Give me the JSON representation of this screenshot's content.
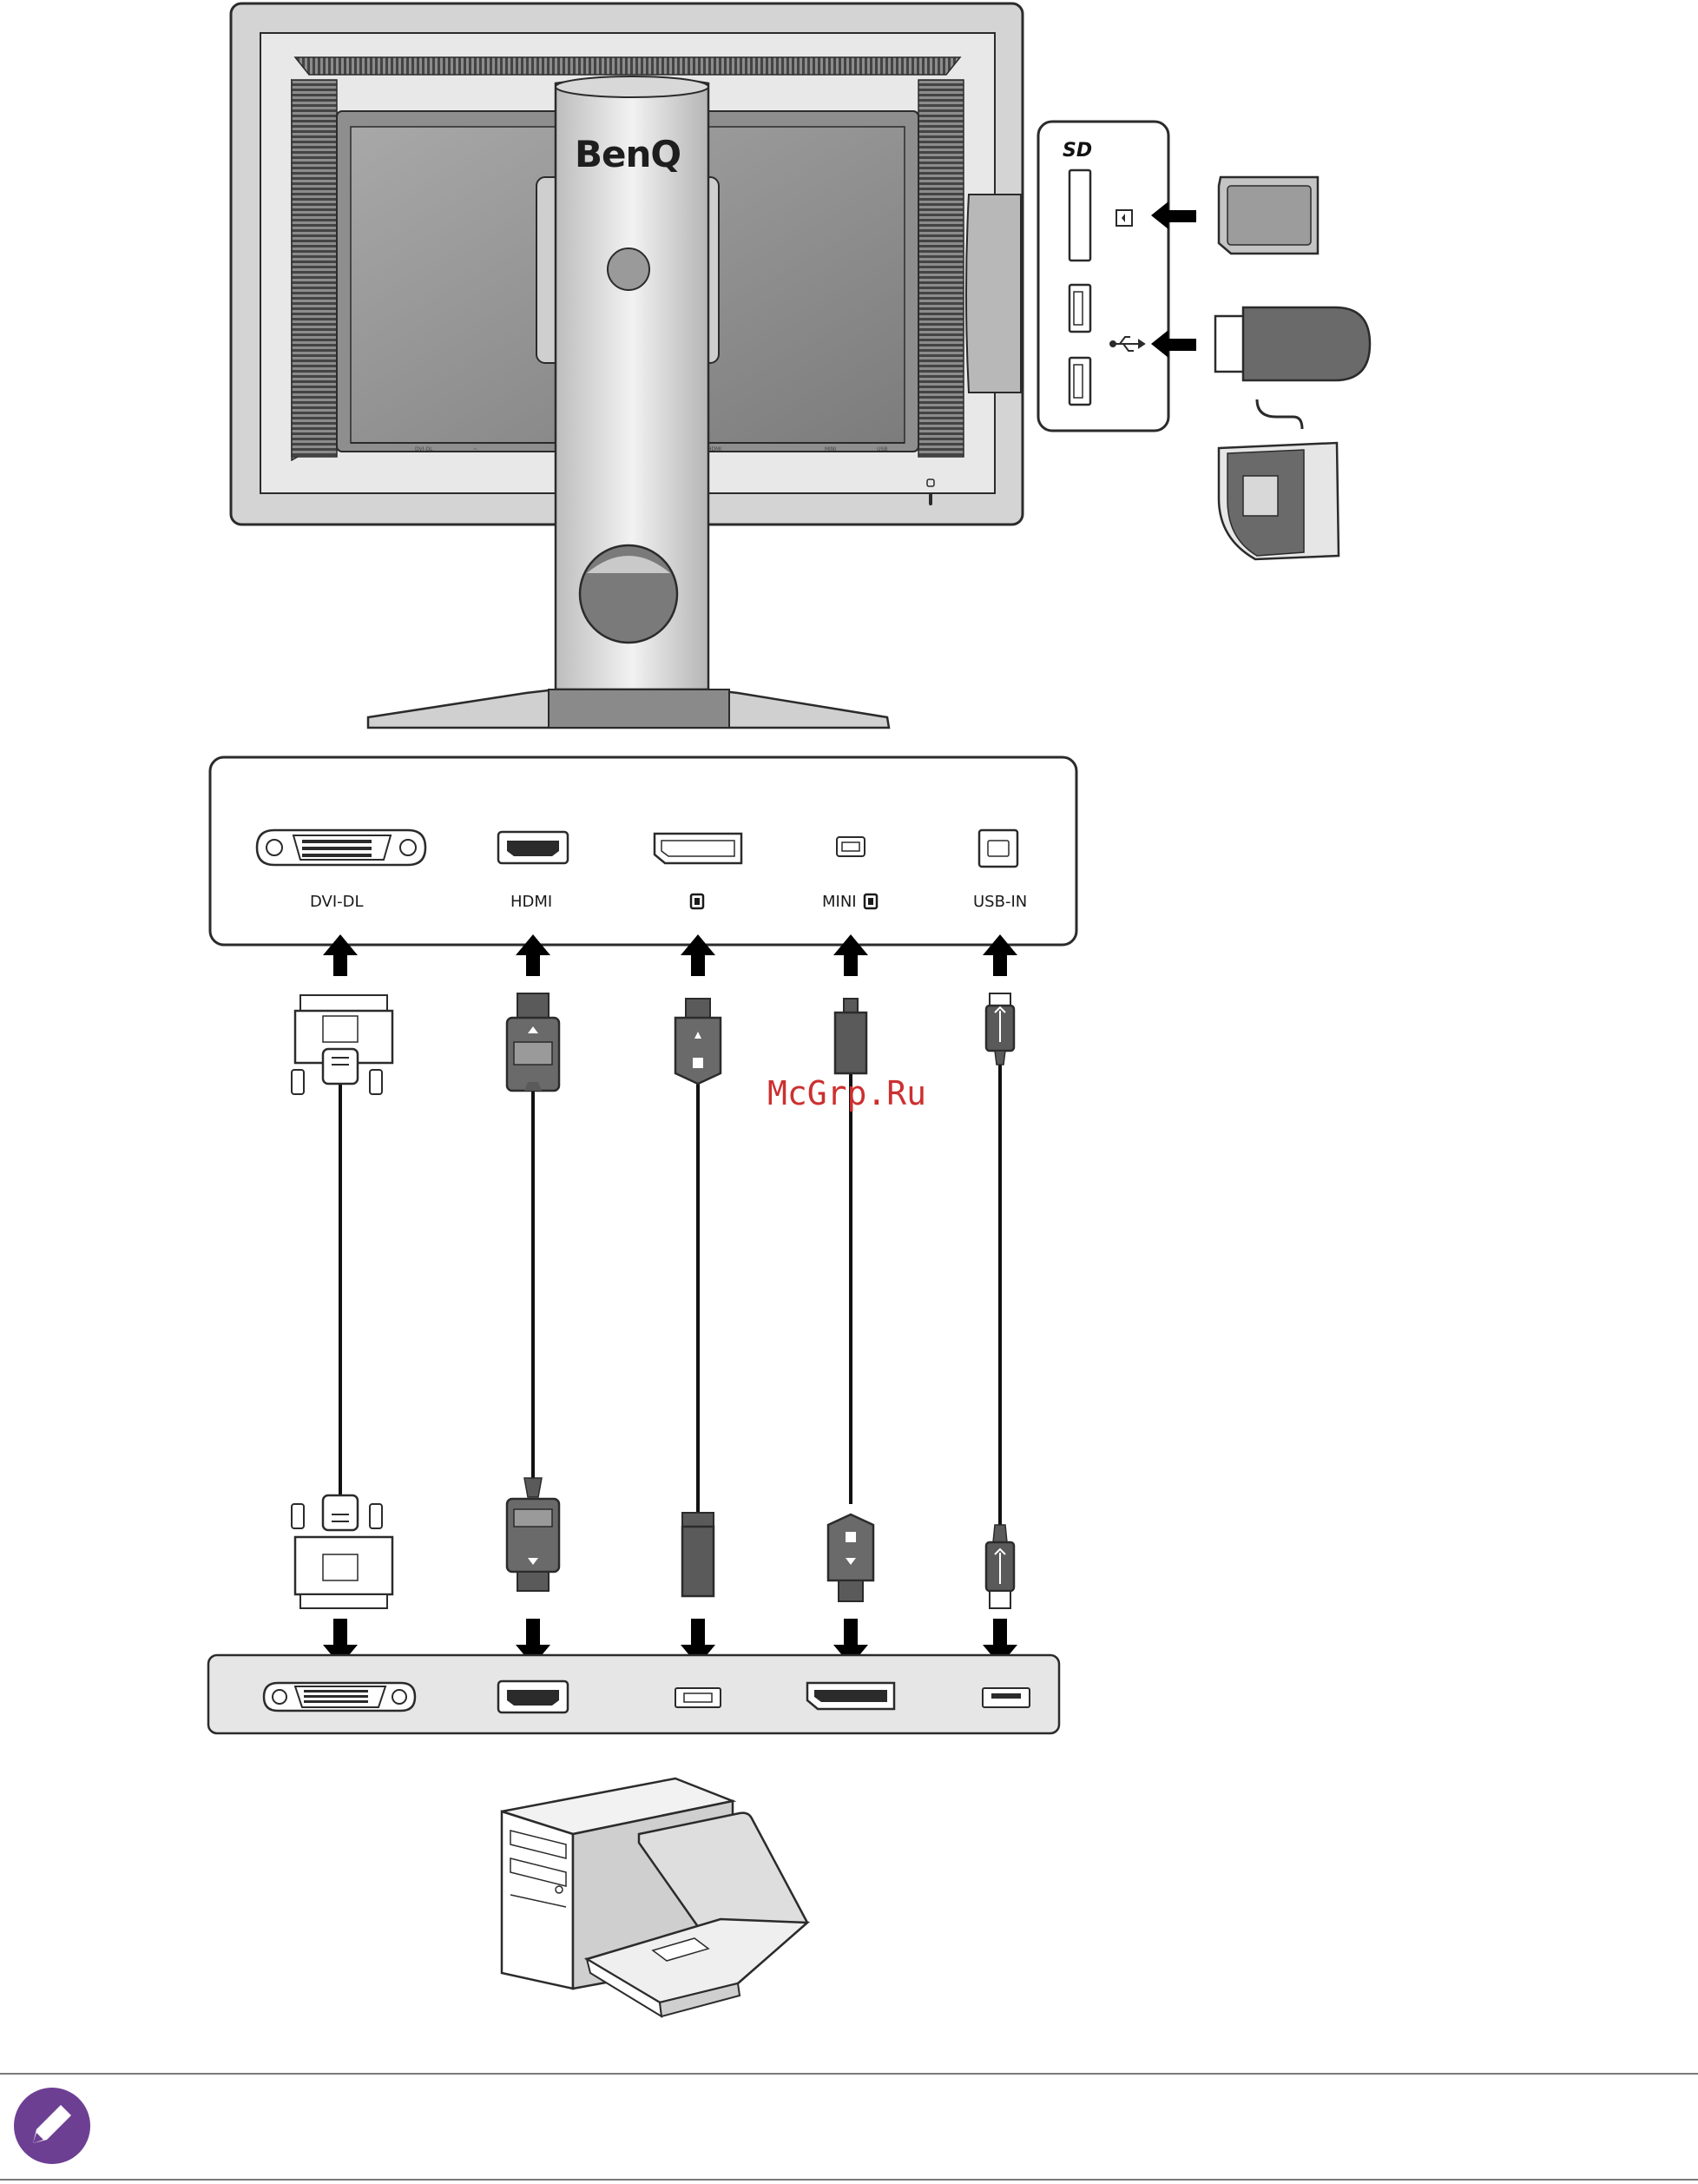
{
  "monitor": {
    "brand": "BenQ",
    "side_panel": {
      "sd_label": "SD"
    }
  },
  "port_panel": {
    "ports": [
      {
        "id": "dvi",
        "label": "DVI-DL"
      },
      {
        "id": "hdmi",
        "label": "HDMI"
      },
      {
        "id": "dp",
        "label": ""
      },
      {
        "id": "minidp",
        "label": "MINI"
      },
      {
        "id": "usb",
        "label": "USB-IN"
      }
    ]
  },
  "watermark": "McGrp.Ru",
  "colors": {
    "outline": "#2b2b2b",
    "body_gray": "#c8c8c8",
    "dark_gray": "#6e6e6e",
    "mid_gray": "#9a9a9a",
    "note_icon": "#6d3f93",
    "watermark": "#cc3030"
  },
  "icons": [
    "sd-card-icon",
    "usb-icon",
    "arrow-icon",
    "pencil-icon",
    "computer-icon",
    "laptop-icon",
    "lock-icon"
  ]
}
